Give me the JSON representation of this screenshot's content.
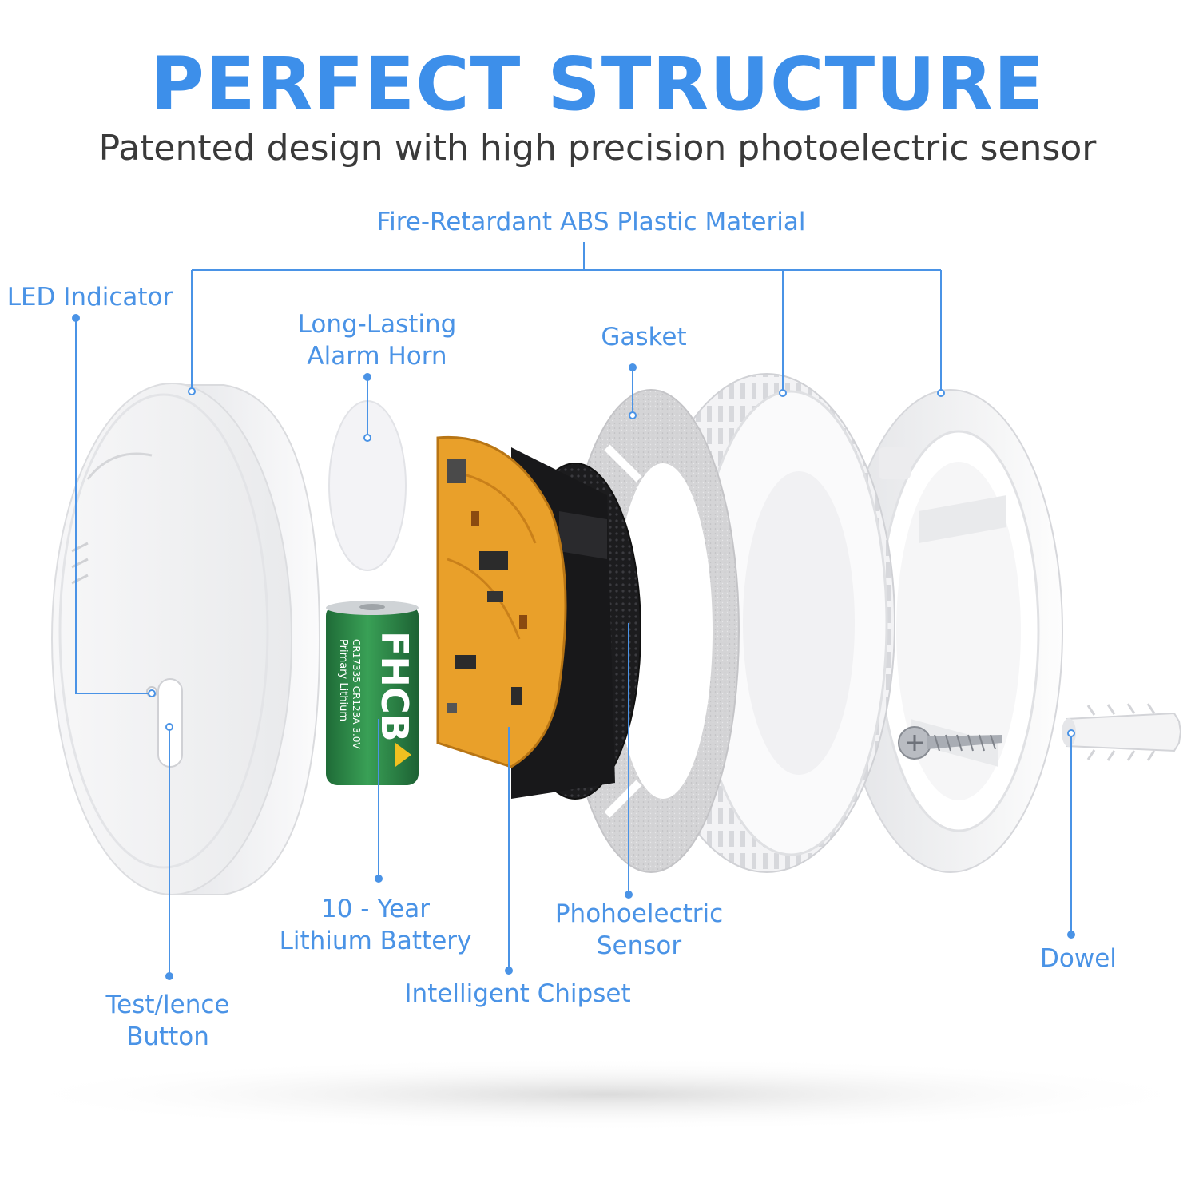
{
  "header": {
    "title": "PERFECT STRUCTURE",
    "subtitle": "Patented design with high precision photoelectric sensor"
  },
  "labels": {
    "material": "Fire-Retardant ABS Plastic Material",
    "led": "LED Indicator",
    "horn": [
      "Long-Lasting",
      "Alarm Horn"
    ],
    "gasket": "Gasket",
    "battery": [
      "10 - Year",
      "Lithium Battery"
    ],
    "sensor": [
      "Phohoelectric",
      "Sensor"
    ],
    "chipset": "Intelligent Chipset",
    "dowel": "Dowel",
    "test_button": [
      "Test/lence",
      "Button"
    ]
  },
  "battery_print": {
    "brand": "FHCB",
    "type": "Primary Lithium",
    "model": "CR17335  CR123A  3.0V"
  },
  "colors": {
    "accent": "#3d8fea",
    "label": "#4a93e6",
    "battery_green": "#2f8a4a",
    "pcb": "#e9a02a"
  }
}
